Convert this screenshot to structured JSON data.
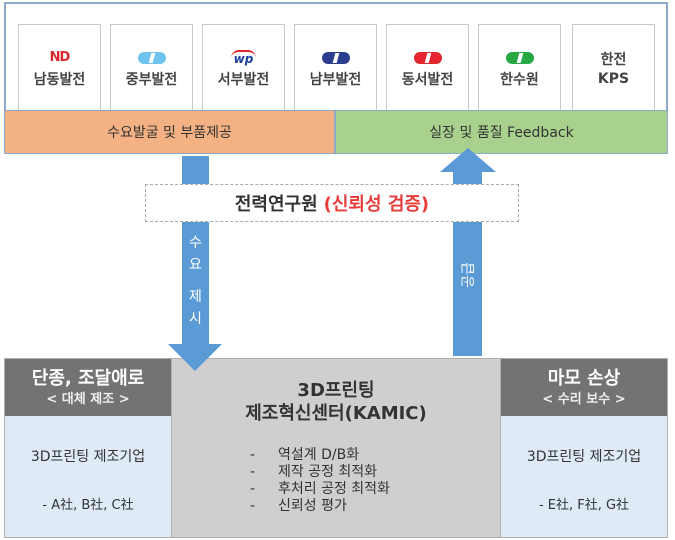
{
  "companies": [
    {
      "name": "남동발전",
      "logo_text": "ND",
      "color": "#d9262c"
    },
    {
      "name": "중부발전",
      "color": "#6fc3ef"
    },
    {
      "name": "서부발전",
      "logo_text": "wp",
      "color": "#1b3f9a"
    },
    {
      "name": "남부발전",
      "color": "#2b3d8f"
    },
    {
      "name": "동서발전",
      "color": "#e3262d"
    },
    {
      "name": "한수원",
      "color": "#27a844"
    },
    {
      "name": "한전 KPS",
      "line1": "한전",
      "line2": "KPS"
    }
  ],
  "bars": {
    "left": "수요발굴 및 부품제공",
    "right": "실장 및 품질 Feedback"
  },
  "center_label": {
    "main": "전력연구원",
    "highlight": "(신뢰성 검증)"
  },
  "arrows": {
    "down_chars": [
      "수",
      "요",
      "",
      "제",
      "시"
    ],
    "up": "공급",
    "color": "#5b9bd5"
  },
  "left_box": {
    "title": "단종, 조달애로",
    "subtitle": "< 대체 제조 >",
    "body": "3D프린팅 제조기업",
    "companies": "- A社,  B社,  C社"
  },
  "right_box": {
    "title": "마모 손상",
    "subtitle": "< 수리 보수 >",
    "body": "3D프린팅 제조기업",
    "companies": "- E社,  F社,  G社"
  },
  "center_box": {
    "title1": "3D프린팅",
    "title2": "제조혁신센터(KAMIC)",
    "items": [
      "역설계 D/B화",
      "제작 공정 최적화",
      "후처리 공정 최적화",
      "신뢰성 평가"
    ]
  }
}
